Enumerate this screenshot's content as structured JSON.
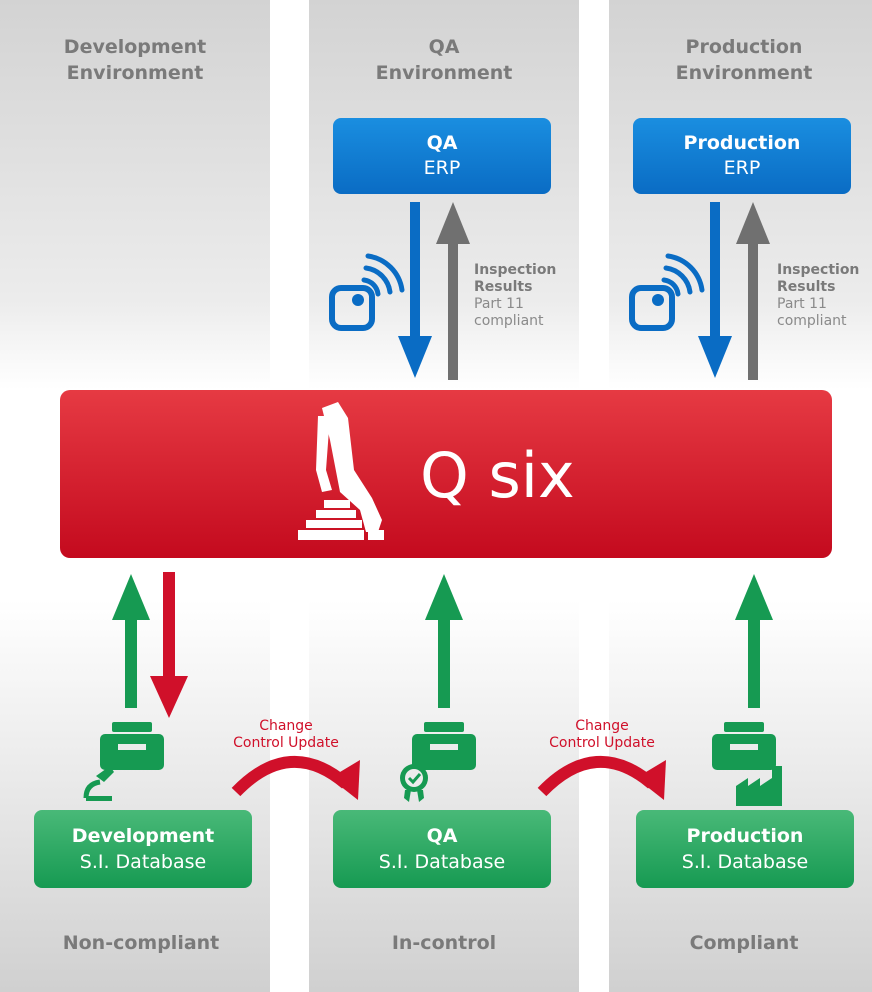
{
  "columns": [
    {
      "title_line1": "Development",
      "title_line2": "Environment",
      "status": "Non-compliant",
      "database": {
        "name": "Development",
        "sub": "S.I. Database"
      }
    },
    {
      "title_line1": "QA",
      "title_line2": "Environment",
      "status": "In-control",
      "erp": {
        "name": "QA",
        "sub": "ERP"
      },
      "results": {
        "title_line1": "Inspection",
        "title_line2": "Results",
        "note_line1": "Part 11",
        "note_line2": "compliant"
      },
      "database": {
        "name": "QA",
        "sub": "S.I. Database"
      }
    },
    {
      "title_line1": "Production",
      "title_line2": "Environment",
      "status": "Compliant",
      "erp": {
        "name": "Production",
        "sub": "ERP"
      },
      "results": {
        "title_line1": "Inspection",
        "title_line2": "Results",
        "note_line1": "Part 11",
        "note_line2": "compliant"
      },
      "database": {
        "name": "Production",
        "sub": "S.I. Database"
      }
    }
  ],
  "core": {
    "label": "Q six",
    "icon": "qsix-device-icon"
  },
  "change_control": [
    {
      "line1": "Change",
      "line2": "Control Update"
    },
    {
      "line1": "Change",
      "line2": "Control Update"
    }
  ],
  "colors": {
    "erp_blue": "#0a6cc4",
    "core_red": "#d0102a",
    "db_green": "#169a52",
    "arrow_grey": "#707070",
    "label_grey": "#7a7a7a"
  },
  "icons": [
    "wireless-signal-icon",
    "database-microscope-icon",
    "database-certificate-icon",
    "database-factory-icon"
  ]
}
